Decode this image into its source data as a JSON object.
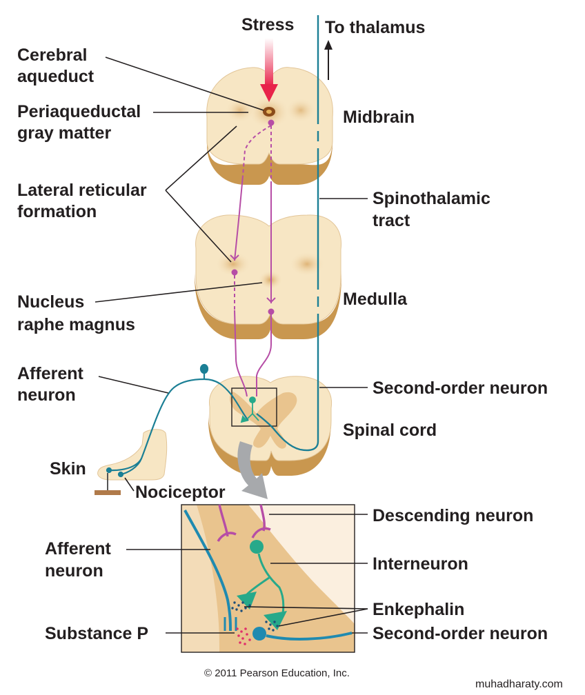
{
  "labels": {
    "stress": "Stress",
    "to_thalamus": "To thalamus",
    "cerebral_aqueduct": [
      "Cerebral",
      "aqueduct"
    ],
    "periaqueductal_gray": [
      "Periaqueductal",
      "gray matter"
    ],
    "lateral_reticular": [
      "Lateral reticular",
      "formation"
    ],
    "nucleus_raphe": [
      "Nucleus",
      "raphe magnus"
    ],
    "afferent_neuron_top": [
      "Afferent",
      "neuron"
    ],
    "skin": "Skin",
    "nociceptor": "Nociceptor",
    "midbrain": "Midbrain",
    "spinothalamic": [
      "Spinothalamic",
      "tract"
    ],
    "medulla": "Medulla",
    "second_order_top": "Second-order neuron",
    "spinal_cord": "Spinal cord",
    "descending_neuron": "Descending neuron",
    "interneuron": "Interneuron",
    "enkephalin": "Enkephalin",
    "second_order_bottom": "Second-order neuron",
    "afferent_neuron_bottom": [
      "Afferent",
      "neuron"
    ],
    "substance_p": "Substance P"
  },
  "copyright": "© 2011 Pearson Education, Inc.",
  "watermark": "muhadharaty.com",
  "colors": {
    "tissue": "#f7e6c4",
    "tissue_shadow": "#c9974f",
    "gray_matter": "#e9c48e",
    "descending": "#b64da6",
    "afferent": "#1b7f95",
    "interneuron": "#27a98a",
    "stress_arrow": "#e8234a",
    "substance_p": "#e0306b",
    "enkephalin": "#1e4f7a"
  }
}
